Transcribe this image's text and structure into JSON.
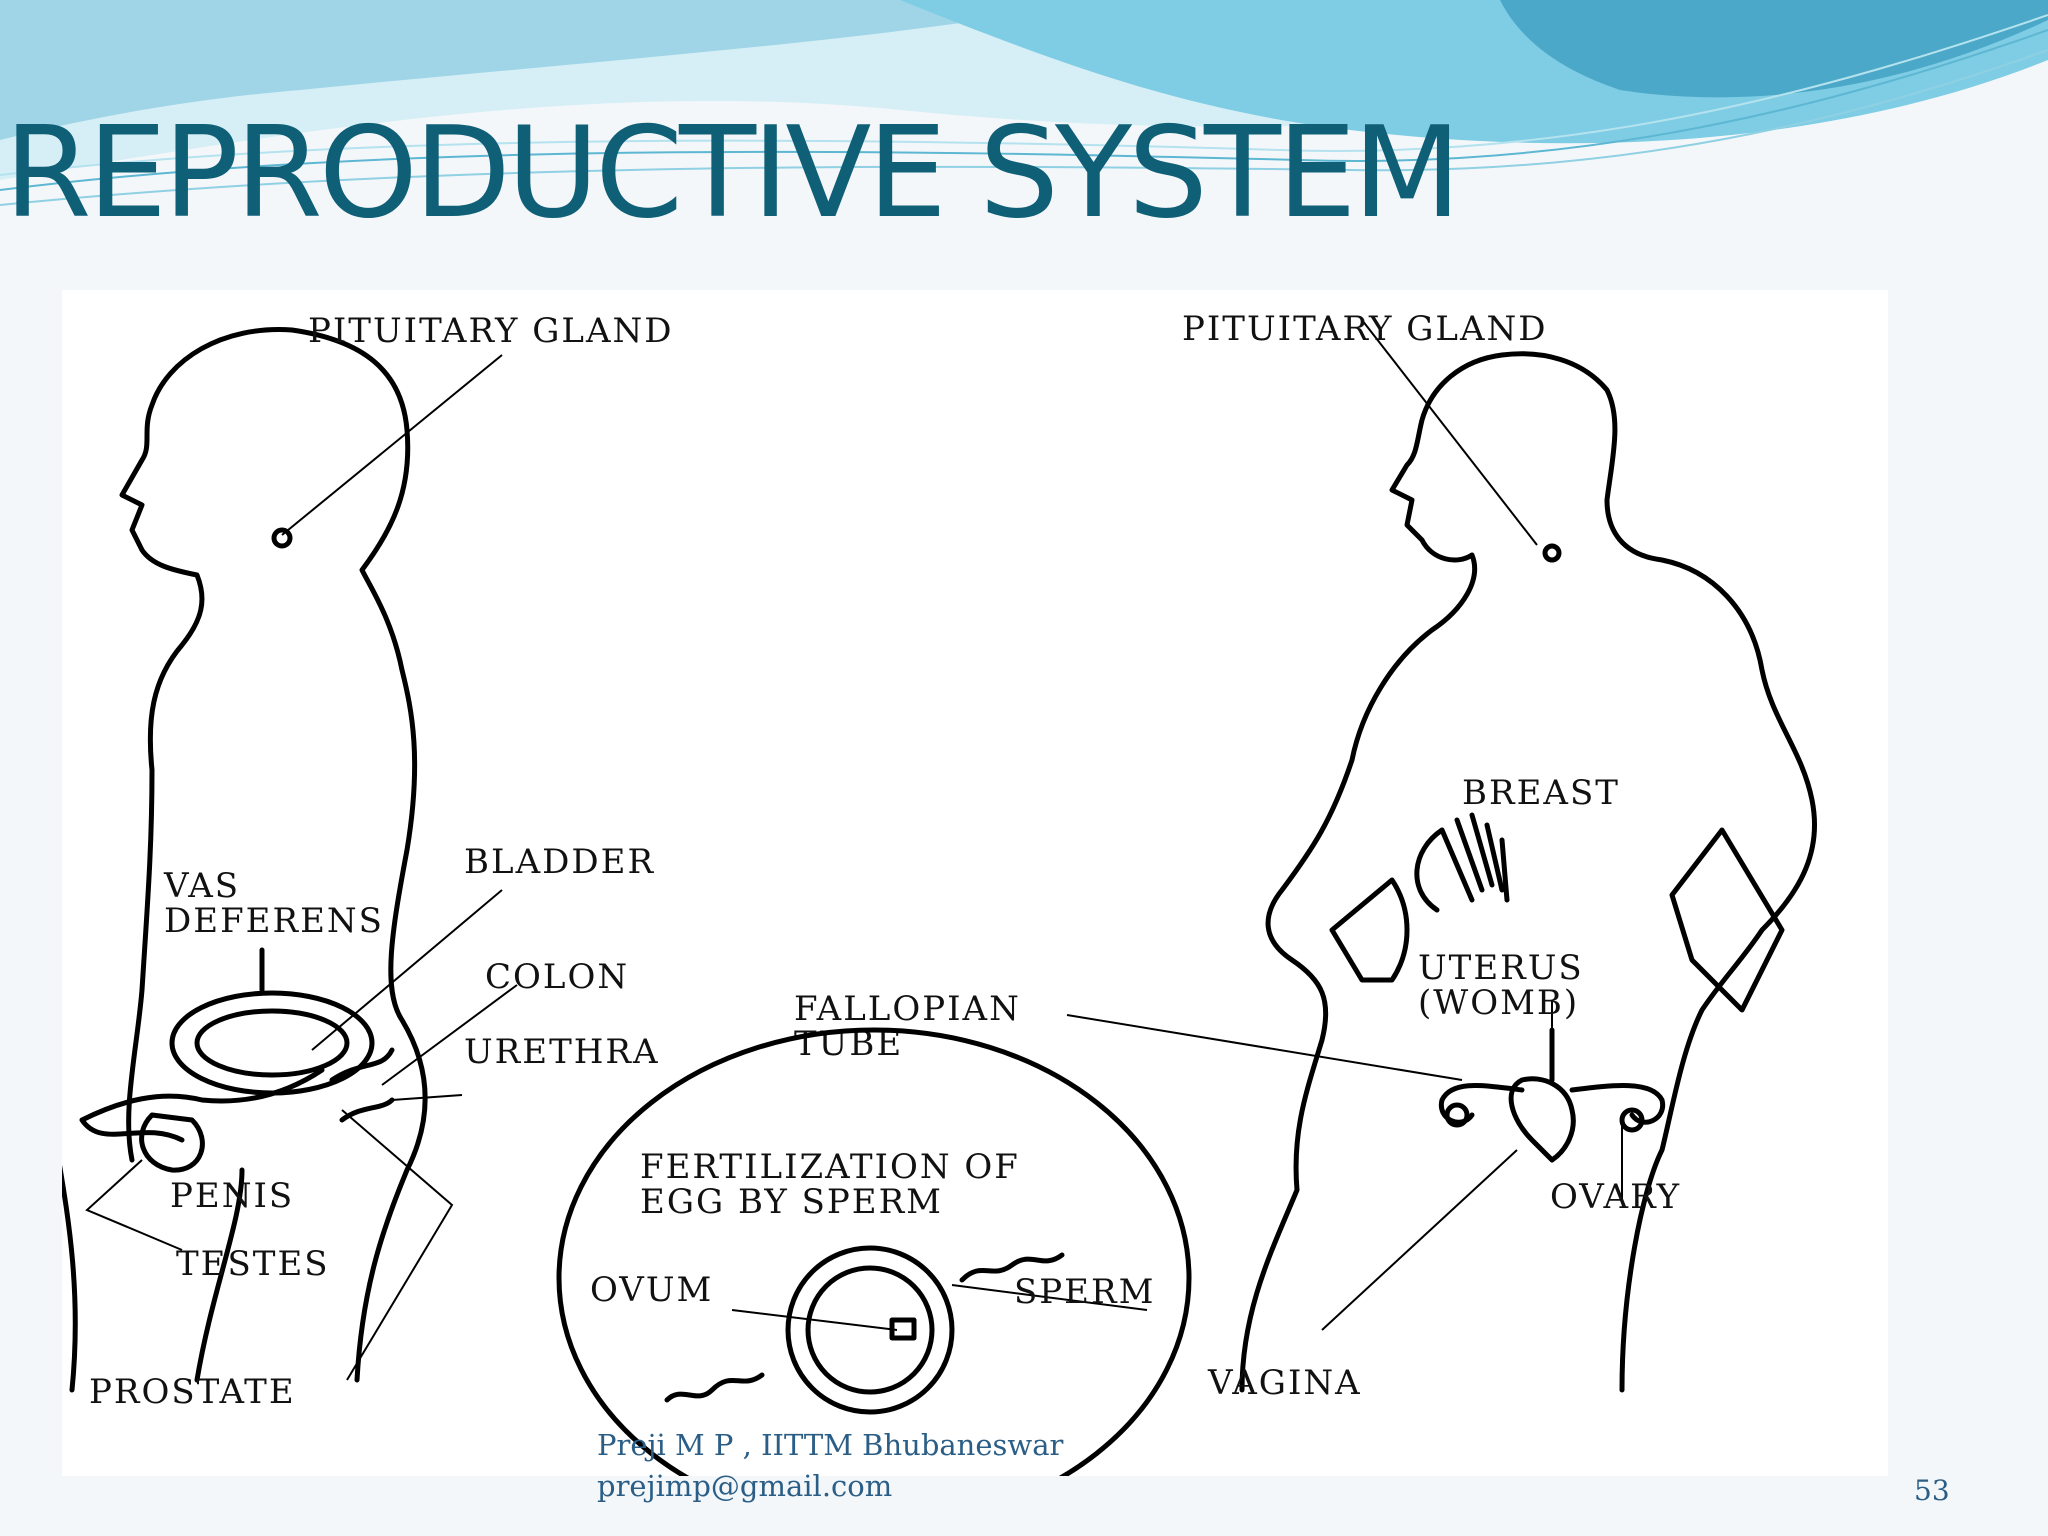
{
  "slide": {
    "title": "REPRODUCTIVE SYSTEM",
    "footer_author": "Preji M P , IITTM Bhubaneswar",
    "footer_email": "prejimp@gmail.com",
    "page_number": "53"
  },
  "diagram": {
    "male_labels": {
      "pituitary": "PITUITARY GLAND",
      "vas_1": "VAS",
      "vas_2": "DEFERENS",
      "bladder": "BLADDER",
      "colon": "COLON",
      "urethra": "URETHRA",
      "penis": "PENIS",
      "testes": "TESTES",
      "prostate": "PROSTATE"
    },
    "female_labels": {
      "pituitary": "PITUITARY GLAND",
      "breast": "BREAST",
      "uterus_1": "UTERUS",
      "uterus_2": "(WOMB)",
      "fallopian_1": "FALLOPIAN",
      "fallopian_2": "TUBE",
      "ovary": "OVARY",
      "vagina": "VAGINA"
    },
    "inset_labels": {
      "title_1": "FERTILIZATION OF",
      "title_2": "EGG BY SPERM",
      "ovum": "OVUM",
      "sperm": "SPERM"
    }
  },
  "colors": {
    "title": "#0f5f77",
    "footer": "#2b5e86",
    "wave_light": "#bfe6f0",
    "wave_mid": "#7fcde4",
    "wave_dark": "#4ba8c8"
  }
}
